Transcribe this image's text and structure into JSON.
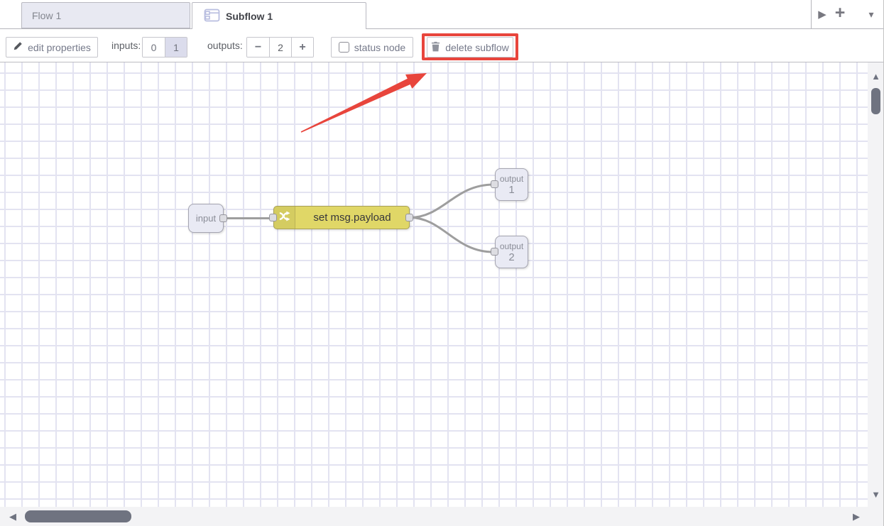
{
  "colors": {
    "annotation_red": "#e8453c",
    "change_node_fill": "#e0d767",
    "io_node_fill": "#e9eaf4",
    "wire_grey": "#9e9e9e",
    "selected_toggle_fill": "#dbdcec"
  },
  "tab_bar": {
    "tabs": [
      {
        "label": "Flow 1",
        "active": false
      },
      {
        "label": "Subflow 1",
        "active": true
      }
    ],
    "icons": {
      "next": "▶",
      "add": "+",
      "menu": "▾"
    }
  },
  "toolbar": {
    "edit_properties_label": "edit properties",
    "inputs_label": "inputs:",
    "inputs_options": [
      "0",
      "1"
    ],
    "inputs_selected": "1",
    "outputs_label": "outputs:",
    "outputs_decrease_icon": "−",
    "outputs_value": "2",
    "outputs_increase_icon": "+",
    "status_node_label": "status node",
    "status_node_checked": false,
    "delete_subflow_label": "delete subflow"
  },
  "canvas": {
    "nodes": [
      {
        "type": "subflow-input",
        "label": "input"
      },
      {
        "type": "change",
        "label": "set msg.payload"
      },
      {
        "type": "subflow-output",
        "label": "output",
        "number": "1"
      },
      {
        "type": "subflow-output",
        "label": "output",
        "number": "2"
      }
    ]
  },
  "scrollbars": {
    "up": "▲",
    "down": "▼",
    "left": "◀",
    "right": "▶"
  }
}
